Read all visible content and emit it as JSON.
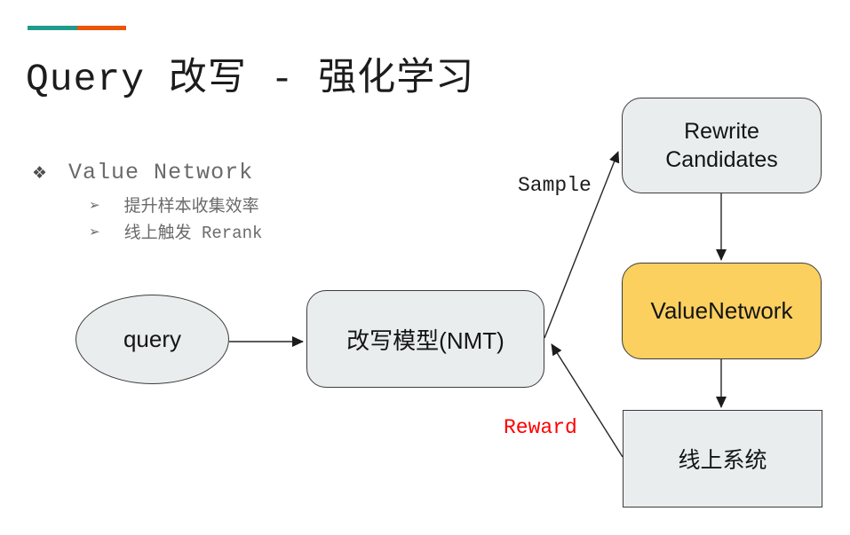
{
  "slide": {
    "title": "Query 改写 - 强化学习",
    "accent_bar_colors": {
      "teal": "#1f9a8b",
      "orange": "#ea5506"
    }
  },
  "outline": {
    "bullet_glyph": "❖",
    "heading": "Value Network",
    "sub_bullet_glyph": "➢",
    "sub_items": [
      "提升样本收集效率",
      "线上触发 Rerank"
    ]
  },
  "diagram": {
    "nodes": {
      "query": {
        "label": "query",
        "shape": "ellipse",
        "fill": "#e9edee"
      },
      "rewrite_model": {
        "label": "改写模型(NMT)",
        "shape": "rounded-rect",
        "fill": "#e9edee"
      },
      "rewrite_candidates": {
        "label": "Rewrite\nCandidates",
        "shape": "rounded-rect",
        "fill": "#e9edee"
      },
      "value_network": {
        "label": "ValueNetwork",
        "shape": "rounded-rect",
        "fill": "#fbd05f"
      },
      "online_system": {
        "label": "线上系统",
        "shape": "rect",
        "fill": "#e9edee"
      }
    },
    "edges": [
      {
        "from": "query",
        "to": "rewrite_model",
        "label": ""
      },
      {
        "from": "rewrite_model",
        "to": "rewrite_candidates",
        "label": "Sample",
        "label_color": "#1c1c1c"
      },
      {
        "from": "rewrite_candidates",
        "to": "value_network",
        "label": ""
      },
      {
        "from": "value_network",
        "to": "online_system",
        "label": ""
      },
      {
        "from": "online_system",
        "to": "rewrite_model",
        "label": "Reward",
        "label_color": "#fe0000"
      }
    ],
    "line_color": "#262626"
  }
}
